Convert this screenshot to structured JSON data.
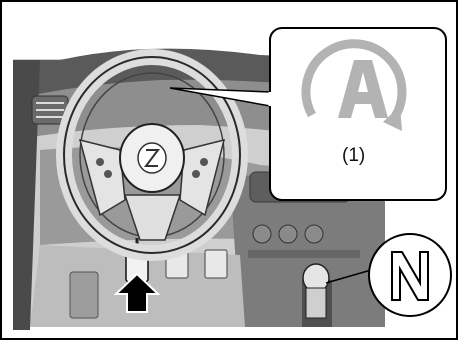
{
  "callouts": {
    "auto_stop_indicator": {
      "icon": "auto-stop-start-indicator-icon",
      "glyph": "A",
      "caption": "(1)"
    },
    "gear_position": {
      "icon": "neutral-gear-icon",
      "glyph": "N"
    }
  },
  "pedal_arrow": {
    "icon": "press-down-arrow-icon",
    "direction": "up"
  }
}
